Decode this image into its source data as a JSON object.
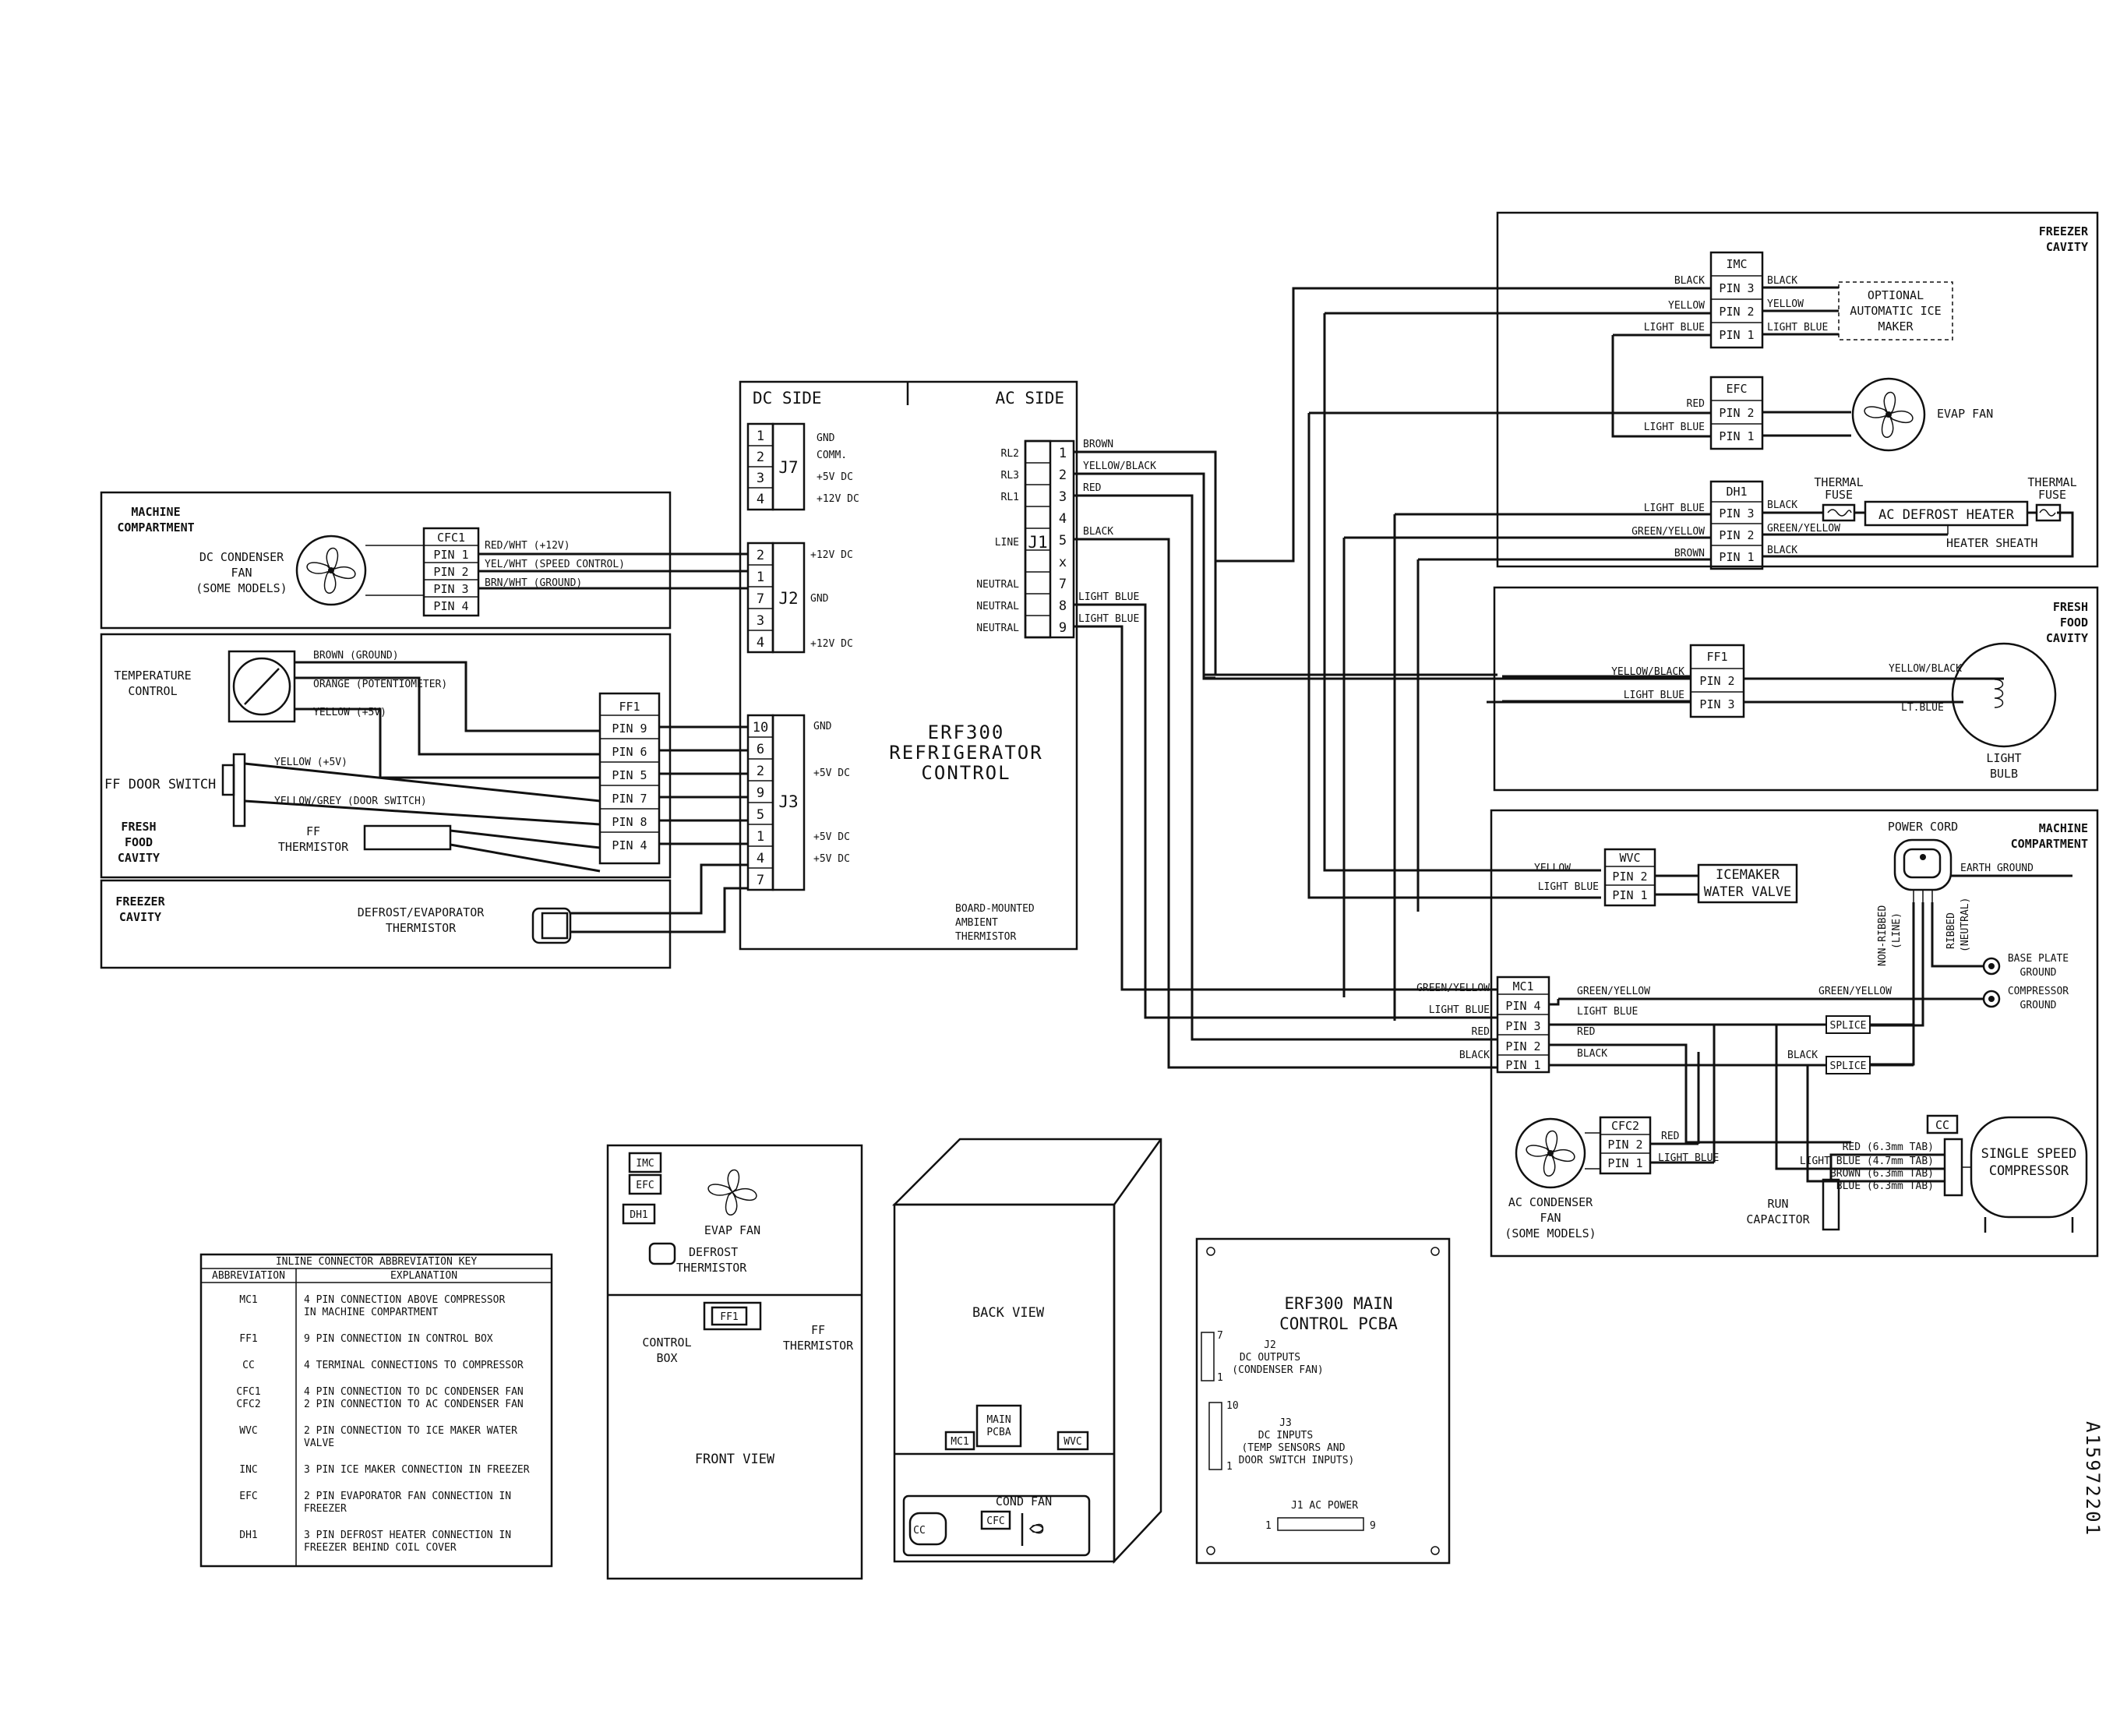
{
  "control": {
    "dc_side": "DC SIDE",
    "ac_side": "AC SIDE",
    "title_1": "ERF300",
    "title_2": "REFRIGERATOR",
    "title_3": "CONTROL",
    "ambient_1": "BOARD-MOUNTED",
    "ambient_2": "AMBIENT",
    "ambient_3": "THERMISTOR",
    "j7": {
      "name": "J7",
      "pins": [
        "1",
        "2",
        "3",
        "4"
      ],
      "labels": [
        "GND",
        "COMM.",
        "+5V DC",
        "+12V DC"
      ]
    },
    "j2": {
      "name": "J2",
      "pins": [
        "2",
        "1",
        "7",
        "3",
        "4"
      ],
      "labels": [
        "+12V DC",
        "GND",
        "+12V DC"
      ]
    },
    "j3": {
      "name": "J3",
      "pins": [
        "10",
        "6",
        "2",
        "9",
        "5",
        "1",
        "4",
        "7"
      ],
      "labels": [
        "GND",
        "+5V DC",
        "+5V DC",
        "+5V DC"
      ]
    },
    "j1": {
      "name": "J1",
      "pins": [
        "1",
        "2",
        "3",
        "4",
        "5",
        "x",
        "7",
        "8",
        "9"
      ],
      "labels": [
        "RL2",
        "RL3",
        "RL1",
        "LINE",
        "NEUTRAL",
        "NEUTRAL",
        "NEUTRAL"
      ]
    },
    "j1_wires": [
      "BROWN",
      "YELLOW/BLACK",
      "RED",
      "BLACK",
      "LIGHT BLUE",
      "LIGHT BLUE"
    ]
  },
  "left": {
    "mc_title_1": "MACHINE",
    "mc_title_2": "COMPARTMENT",
    "dc_fan_1": "DC CONDENSER",
    "dc_fan_2": "FAN",
    "dc_fan_3": "(SOME MODELS)",
    "cfc1": {
      "name": "CFC1",
      "pins": [
        "PIN 1",
        "PIN 2",
        "PIN 3",
        "PIN 4"
      ]
    },
    "cfc1_wires": [
      "RED/WHT (+12V)",
      "YEL/WHT (SPEED CONTROL)",
      "BRN/WHT (GROUND)"
    ],
    "temp_ctrl_1": "TEMPERATURE",
    "temp_ctrl_2": "CONTROL",
    "ff_door": "FF DOOR SWITCH",
    "ff_title_1": "FRESH",
    "ff_title_2": "FOOD",
    "ff_title_3": "CAVITY",
    "ff_therm_1": "FF",
    "ff_therm_2": "THERMISTOR",
    "ff1": {
      "name": "FF1",
      "pins": [
        "PIN 9",
        "PIN 6",
        "PIN 5",
        "PIN 7",
        "PIN 8",
        "PIN 4"
      ]
    },
    "ff1_wires": [
      "BROWN (GROUND)",
      "ORANGE (POTENTIOMETER)",
      "YELLOW (+5V)",
      "YELLOW (+5V)",
      "YELLOW/GREY (DOOR SWITCH)"
    ],
    "fz_title_1": "FREEZER",
    "fz_title_2": "CAVITY",
    "defrost_1": "DEFROST/EVAPORATOR",
    "defrost_2": "THERMISTOR"
  },
  "freezer": {
    "title_1": "FREEZER",
    "title_2": "CAVITY",
    "imc": {
      "name": "IMC",
      "pins": [
        "PIN 3",
        "PIN 2",
        "PIN 1"
      ]
    },
    "imc_left": [
      "BLACK",
      "YELLOW",
      "LIGHT BLUE"
    ],
    "imc_right": [
      "BLACK",
      "YELLOW",
      "LIGHT BLUE"
    ],
    "ice_maker_1": "OPTIONAL",
    "ice_maker_2": "AUTOMATIC ICE",
    "ice_maker_3": "MAKER",
    "efc": {
      "name": "EFC",
      "pins": [
        "PIN 2",
        "PIN 1"
      ]
    },
    "efc_left": [
      "RED",
      "LIGHT BLUE"
    ],
    "evap_fan": "EVAP FAN",
    "dh1": {
      "name": "DH1",
      "pins": [
        "PIN 3",
        "PIN 2",
        "PIN 1"
      ]
    },
    "dh1_left": [
      "LIGHT BLUE",
      "GREEN/YELLOW",
      "BROWN"
    ],
    "dh1_right": [
      "BLACK",
      "GREEN/YELLOW",
      "BLACK"
    ],
    "thermal_fuse_1": "THERMAL",
    "thermal_fuse_2": "FUSE",
    "heater": "AC DEFROST HEATER",
    "heater_sheath": "HEATER SHEATH"
  },
  "fresh": {
    "title_1": "FRESH",
    "title_2": "FOOD",
    "title_3": "CAVITY",
    "ff1": {
      "name": "FF1",
      "pins": [
        "PIN 2",
        "PIN 3"
      ]
    },
    "ff1_left": [
      "YELLOW/BLACK",
      "LIGHT BLUE"
    ],
    "ff1_right": [
      "YELLOW/BLACK",
      "LT.BLUE"
    ],
    "bulb_1": "LIGHT",
    "bulb_2": "BULB"
  },
  "machine": {
    "title_1": "MACHINE",
    "title_2": "COMPARTMENT",
    "power_cord": "POWER CORD",
    "earth": "EARTH GROUND",
    "non_ribbed_1": "NON-RIBBED",
    "non_ribbed_2": "(LINE)",
    "ribbed_1": "RIBBED",
    "ribbed_2": "(NEUTRAL)",
    "wvc": {
      "name": "WVC",
      "pins": [
        "PIN 2",
        "PIN 1"
      ]
    },
    "wvc_left": [
      "YELLOW",
      "LIGHT BLUE"
    ],
    "water_valve_1": "ICEMAKER",
    "water_valve_2": "WATER VALVE",
    "base_plate_1": "BASE PLATE",
    "base_plate_2": "GROUND",
    "comp_ground_1": "COMPRESSOR",
    "comp_ground_2": "GROUND",
    "mc1": {
      "name": "MC1",
      "pins": [
        "PIN 4",
        "PIN 3",
        "PIN 2",
        "PIN 1"
      ]
    },
    "mc1_left": [
      "GREEN/YELLOW",
      "LIGHT BLUE",
      "RED",
      "BLACK"
    ],
    "mc1_right": [
      "GREEN/YELLOW",
      "LIGHT BLUE",
      "RED",
      "BLACK"
    ],
    "green_yellow_right": "GREEN/YELLOW",
    "black_right": "BLACK",
    "splice": "SPLICE",
    "cfc2": {
      "name": "CFC2",
      "pins": [
        "PIN 2",
        "PIN 1"
      ]
    },
    "cfc2_right": [
      "RED",
      "LIGHT BLUE"
    ],
    "ac_fan_1": "AC CONDENSER",
    "ac_fan_2": "FAN",
    "ac_fan_3": "(SOME MODELS)",
    "run_cap_1": "RUN",
    "run_cap_2": "CAPACITOR",
    "cc": "CC",
    "comp_tabs": [
      "RED (6.3mm TAB)",
      "LIGHT BLUE (4.7mm TAB)",
      "BROWN (6.3mm TAB)",
      "BLUE (6.3mm TAB)"
    ],
    "compressor_1": "SINGLE SPEED",
    "compressor_2": "COMPRESSOR"
  },
  "key": {
    "title": "INLINE CONNECTOR ABBREVIATION KEY",
    "col1": "ABBREVIATION",
    "col2": "EXPLANATION",
    "rows": [
      {
        "abbr": "MC1",
        "lines": [
          "4 PIN CONNECTION ABOVE COMPRESSOR",
          "IN MACHINE COMPARTMENT"
        ]
      },
      {
        "abbr": "FF1",
        "lines": [
          "9 PIN CONNECTION IN CONTROL BOX"
        ]
      },
      {
        "abbr": "CC",
        "lines": [
          "4 TERMINAL CONNECTIONS TO COMPRESSOR"
        ]
      },
      {
        "abbr": "CFC1",
        "abbr2": "CFC2",
        "lines": [
          "4 PIN CONNECTION TO DC CONDENSER FAN",
          "2 PIN CONNECTION TO AC CONDENSER FAN"
        ]
      },
      {
        "abbr": "WVC",
        "lines": [
          "2 PIN CONNECTION TO ICE MAKER WATER",
          "VALVE"
        ]
      },
      {
        "abbr": "INC",
        "lines": [
          "3 PIN ICE MAKER CONNECTION IN FREEZER"
        ]
      },
      {
        "abbr": "EFC",
        "lines": [
          "2 PIN EVAPORATOR FAN CONNECTION IN",
          "FREEZER"
        ]
      },
      {
        "abbr": "DH1",
        "lines": [
          "3 PIN DEFROST HEATER CONNECTION IN",
          "FREEZER BEHIND COIL COVER"
        ]
      }
    ]
  },
  "front": {
    "imc": "IMC",
    "efc": "EFC",
    "dh1": "DH1",
    "evap_fan": "EVAP FAN",
    "defrost_1": "DEFROST",
    "defrost_2": "THERMISTOR",
    "ff1": "FF1",
    "control_box_1": "CONTROL",
    "control_box_2": "BOX",
    "ff_therm_1": "FF",
    "ff_therm_2": "THERMISTOR",
    "view": "FRONT VIEW"
  },
  "back": {
    "view": "BACK VIEW",
    "main_pcba_1": "MAIN",
    "main_pcba_2": "PCBA",
    "mc1": "MC1",
    "wvc": "WVC",
    "cond_fan": "COND FAN",
    "cc": "CC",
    "cfc": "CFC"
  },
  "pcba": {
    "title_1": "ERF300 MAIN",
    "title_2": "CONTROL PCBA",
    "j2_1": "J2",
    "j2_2": "DC OUTPUTS",
    "j2_3": "(CONDENSER FAN)",
    "j2_top": "7",
    "j2_bot": "1",
    "j3_1": "J3",
    "j3_2": "DC INPUTS",
    "j3_3": "(TEMP SENSORS AND",
    "j3_4": "DOOR SWITCH INPUTS)",
    "j3_top": "10",
    "j3_bot": "1",
    "j1": "J1 AC POWER",
    "j1_left": "1",
    "j1_right": "9"
  },
  "drawing_id": "A15972201"
}
